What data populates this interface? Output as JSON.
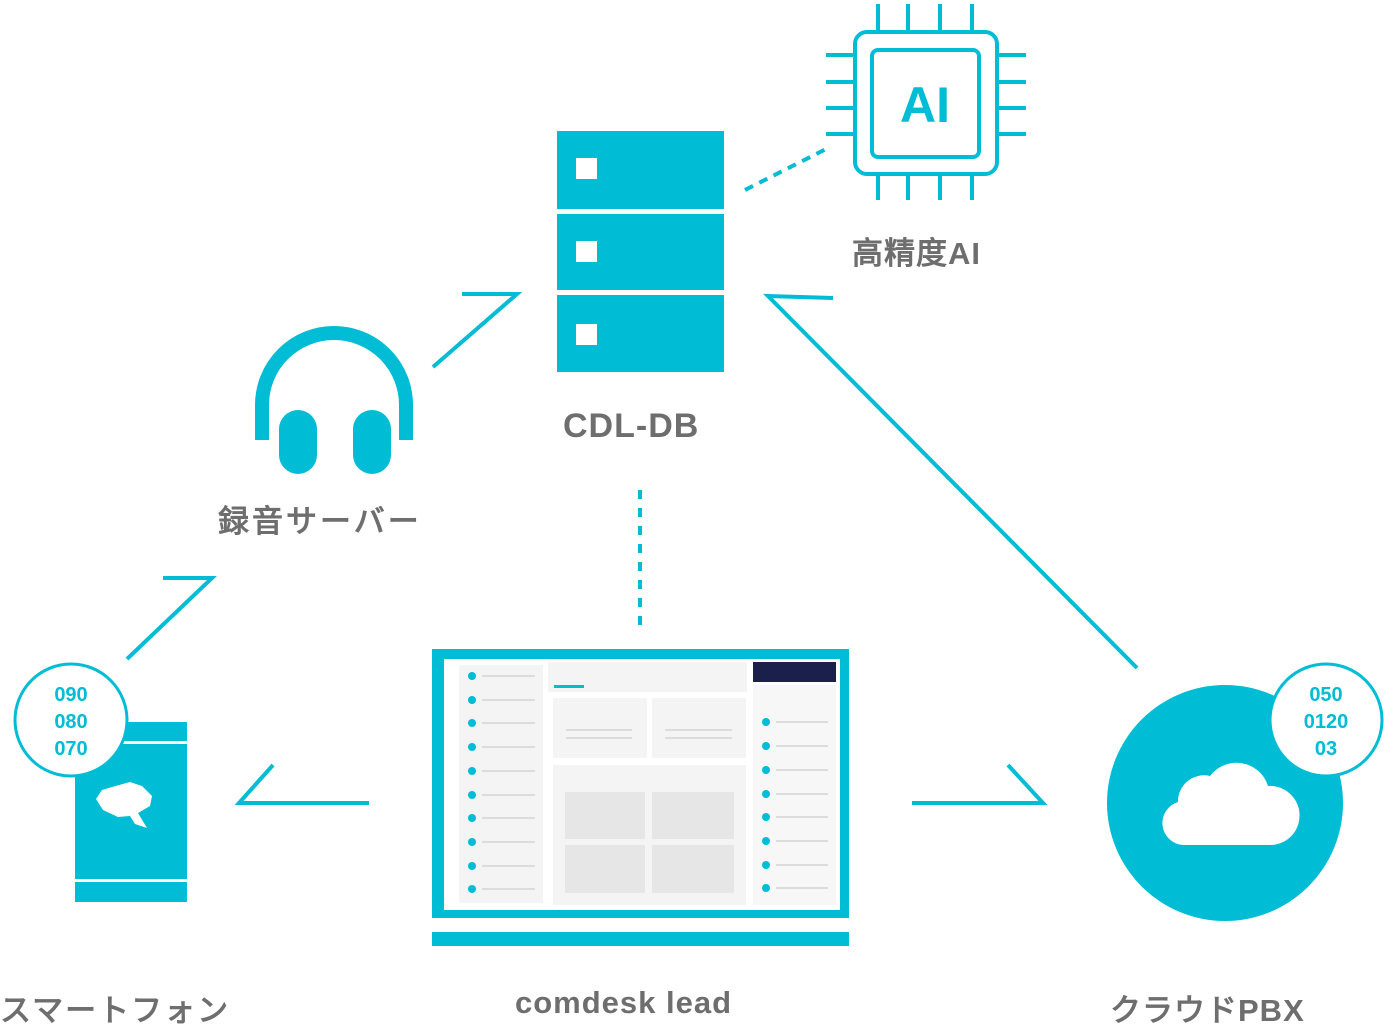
{
  "colors": {
    "accent": "#00bcd4",
    "label": "#6e6e6e",
    "screen_header": "#1b1f4b",
    "screen_panel": "#f2f2f2"
  },
  "nodes": {
    "ai": {
      "chip_text": "AI",
      "label": "高精度AI",
      "icon": "ai-chip-icon"
    },
    "db": {
      "label": "CDL-DB",
      "icon": "server-stack-icon"
    },
    "recording": {
      "label": "録音サーバー",
      "icon": "headphones-icon"
    },
    "smartphone": {
      "label": "スマートフォン",
      "icon": "smartphone-icon",
      "numbers": [
        "090",
        "080",
        "070"
      ]
    },
    "laptop": {
      "label": "comdesk lead",
      "icon": "laptop-icon"
    },
    "pbx": {
      "label": "クラウドPBX",
      "icon": "cloud-icon",
      "numbers": [
        "050",
        "0120",
        "03"
      ]
    }
  },
  "connections": [
    {
      "from": "db",
      "to": "ai",
      "style": "dotted"
    },
    {
      "from": "recording",
      "to": "db",
      "style": "arrow"
    },
    {
      "from": "pbx",
      "to": "db",
      "style": "arrow"
    },
    {
      "from": "smartphone",
      "to": "recording",
      "style": "arrow"
    },
    {
      "from": "laptop",
      "to": "db",
      "style": "dotted"
    },
    {
      "from": "laptop",
      "to": "smartphone",
      "style": "arrow"
    },
    {
      "from": "laptop",
      "to": "pbx",
      "style": "arrow"
    }
  ]
}
